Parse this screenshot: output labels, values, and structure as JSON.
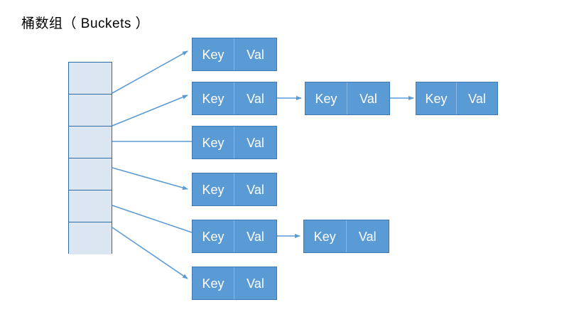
{
  "diagram": {
    "title": "桶数组（ Buckets ）",
    "background_color": "#ffffff",
    "bucket": {
      "fill_color": "#dce6f2",
      "border_color": "#2e6da4",
      "cell_count": 6,
      "cells": [
        {
          "index": 0,
          "label": ""
        },
        {
          "index": 1,
          "label": ""
        },
        {
          "index": 2,
          "label": ""
        },
        {
          "index": 3,
          "label": ""
        },
        {
          "index": 4,
          "label": ""
        },
        {
          "index": 5,
          "label": ""
        }
      ]
    },
    "node": {
      "fill_color": "#5b9bd5",
      "border_color": "#3c78b4",
      "text_color": "#ffffff",
      "key_label": "Key",
      "value_label": "Val"
    },
    "connector": {
      "color": "#5b9bd5",
      "arrow": "arrowhead"
    },
    "chains": [
      {
        "bucket_index": 0,
        "nodes": [
          {
            "key": "Key",
            "val": "Val"
          }
        ]
      },
      {
        "bucket_index": 1,
        "nodes": [
          {
            "key": "Key",
            "val": "Val"
          },
          {
            "key": "Key",
            "val": "Val"
          },
          {
            "key": "Key",
            "val": "Val"
          }
        ]
      },
      {
        "bucket_index": 2,
        "nodes": [
          {
            "key": "Key",
            "val": "Val"
          }
        ]
      },
      {
        "bucket_index": 3,
        "nodes": [
          {
            "key": "Key",
            "val": "Val"
          }
        ]
      },
      {
        "bucket_index": 4,
        "nodes": [
          {
            "key": "Key",
            "val": "Val"
          },
          {
            "key": "Key",
            "val": "Val"
          }
        ]
      },
      {
        "bucket_index": 5,
        "nodes": [
          {
            "key": "Key",
            "val": "Val"
          }
        ]
      }
    ]
  }
}
